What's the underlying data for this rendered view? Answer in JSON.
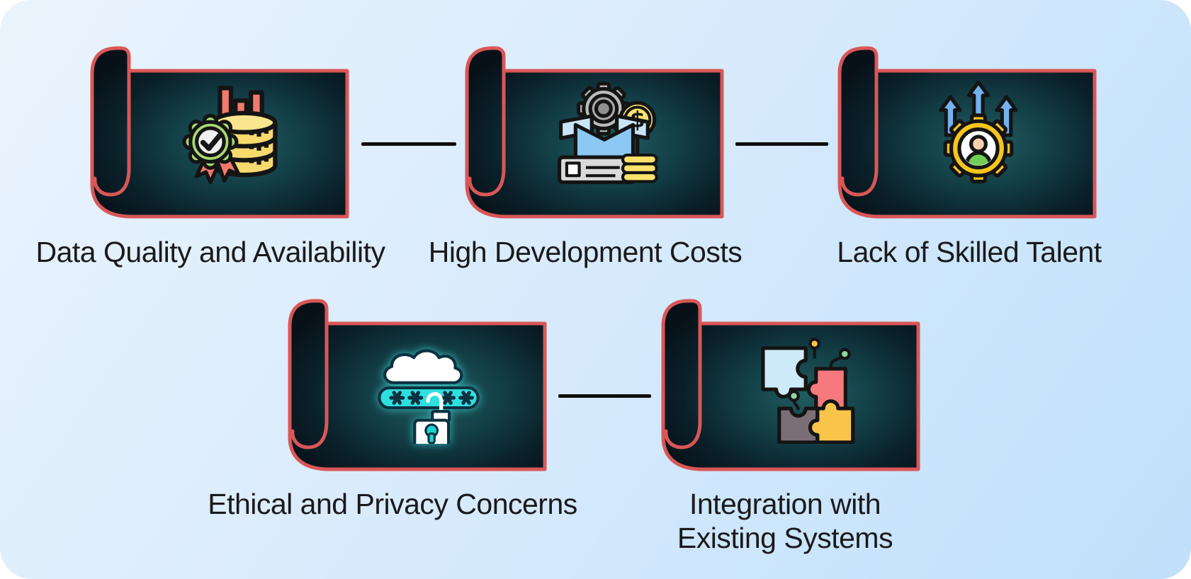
{
  "diagram": {
    "type": "infographic-list",
    "topic_items": [
      {
        "label": "Data Quality and Availability",
        "icon": "database-quality-badge-icon",
        "row": 1
      },
      {
        "label": "High Development Costs",
        "icon": "gear-box-money-icon",
        "row": 1
      },
      {
        "label": "Lack of Skilled Talent",
        "icon": "person-gear-growth-icon",
        "row": 1
      },
      {
        "label": "Ethical and Privacy Concerns",
        "icon": "cloud-password-lock-icon",
        "row": 2,
        "label_line1": "Ethical and Privacy Concerns"
      },
      {
        "label": "Integration with Existing Systems",
        "icon": "puzzle-circuit-icon",
        "row": 2,
        "label_line1": "Integration with",
        "label_line2": "Existing Systems"
      }
    ],
    "connectors": 3
  },
  "style": {
    "canvas_gradient_start": "#eaf4fd",
    "canvas_gradient_end": "#bfe0fb",
    "card_border_color": "#d95757",
    "card_glow_center": "#215d60",
    "card_edge_color": "#081018",
    "connector_color": "#0e0e0e",
    "title_color": "#1a1a1a"
  }
}
